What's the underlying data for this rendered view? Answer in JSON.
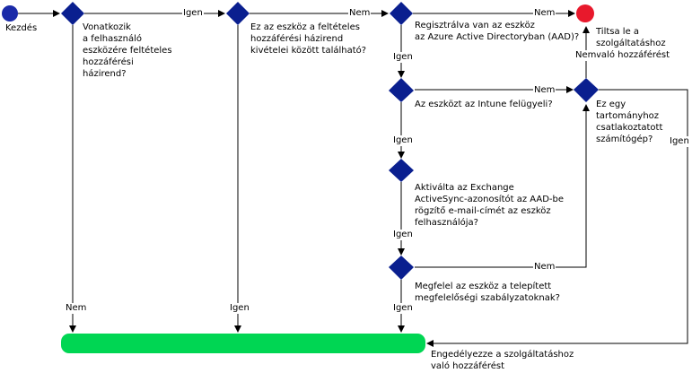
{
  "start_label": "Kezdés",
  "decisions": {
    "d1": "Vonatkozik\na felhasználó\neszközére feltételes\nhozzáférési\nházirend?",
    "d2": "Ez az eszköz a feltételes\nhozzáférési házirend\nkivételei között található?",
    "d3": "Regisztrálva van az eszköz\naz Azure Active Directoryban (AAD)?",
    "d4": "Az eszközt az Intune felügyeli?",
    "d5": "Aktiválta az Exchange\nActiveSync-azonosítót az AAD-be\nrögzítő e-mail-címét az eszköz\nfelhasználója?",
    "d6": "Megfelel az eszköz a telepített\nmegfelelőségi szabályzatoknak?",
    "d7": "Ez egy\ntartományhoz\ncsatlakoztatott\nszámítógép?"
  },
  "outcomes": {
    "block": "Tiltsa le a\nszolgáltatáshoz\nvaló hozzáférést",
    "allow": "Engedélyezze a szolgáltatáshoz\nvaló hozzáférést"
  },
  "edge_labels": {
    "d1_yes": "Igen",
    "d1_no": "Nem",
    "d2_no": "Nem",
    "d2_yes": "Igen",
    "d3_no": "Nem",
    "d3_yes": "Igen",
    "d4_no": "Nem",
    "d4_yes": "Igen",
    "d5_yes": "Igen",
    "d6_no": "Nem",
    "d6_yes": "Igen",
    "d7_no": "Nem",
    "d7_yes": "Igen"
  },
  "colors": {
    "decision": "#0a1f8f",
    "start": "#1a2aa8",
    "block": "#e8192c",
    "allow_bar": "#00d653",
    "line": "#000000"
  }
}
